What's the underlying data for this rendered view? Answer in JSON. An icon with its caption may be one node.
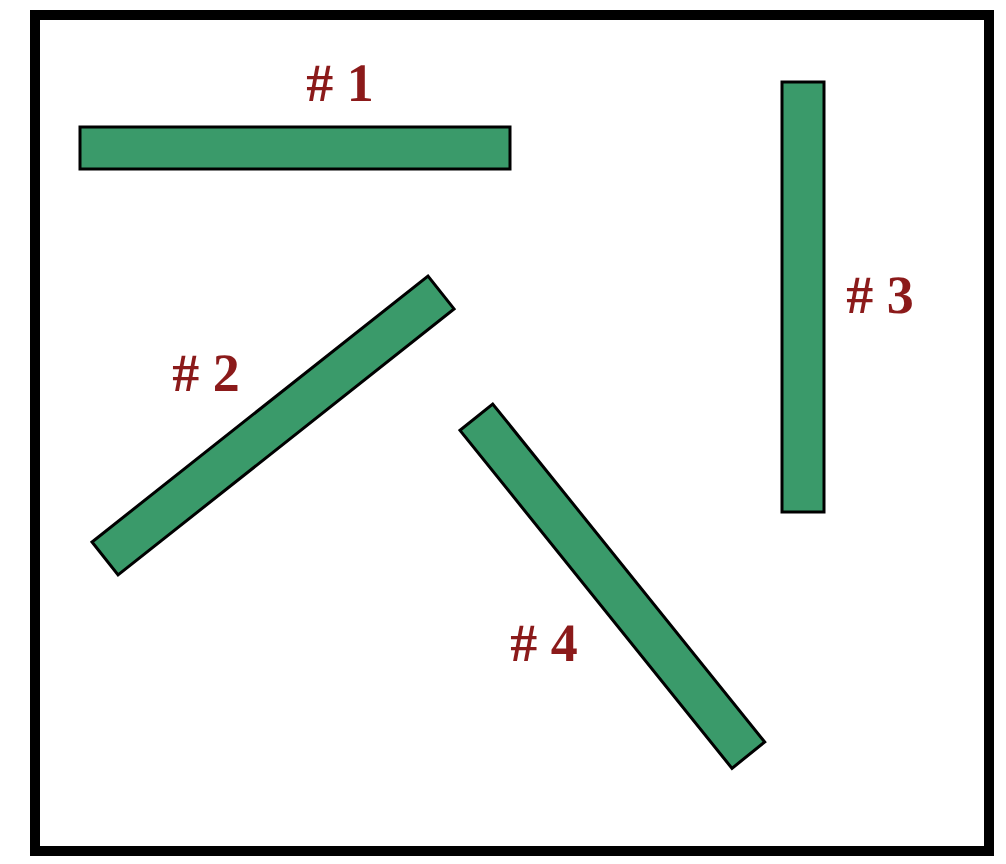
{
  "diagram": {
    "nodes": [
      {
        "text": [
          "# 1"
        ]
      },
      {
        "text": [
          "# 2"
        ]
      },
      {
        "text": [
          "# 3"
        ]
      },
      {
        "text": [
          "# 4"
        ]
      }
    ]
  }
}
